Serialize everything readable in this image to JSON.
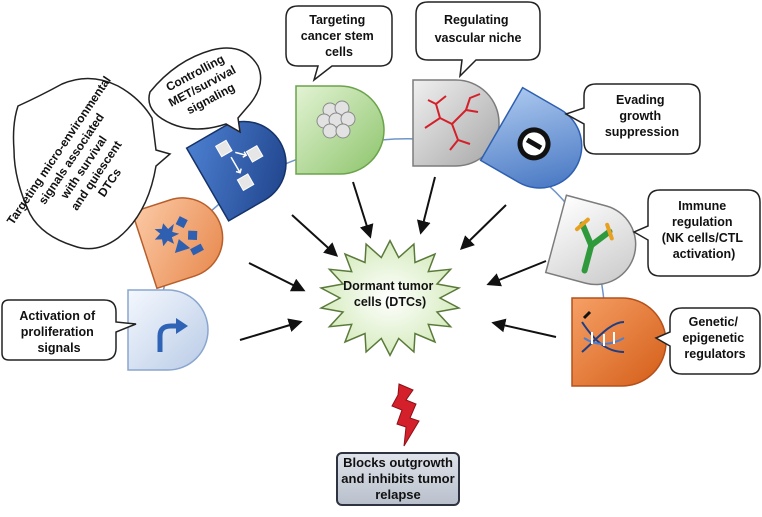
{
  "strategies": {
    "proliferation": "Activation of proliferation signals",
    "microenvironment": "Targeting micro-environmental signals associated with survival and quiescent DTCs",
    "met_survival": "Controlling MET/survival signaling",
    "stem_cells": "Targeting cancer stem cells",
    "vascular": "Regulating vascular niche",
    "growth_suppression": "Evading growth suppression",
    "immune": "Immune regulation (NK cells/CTL activation)",
    "genetic": "Genetic/ epigenetic regulators"
  },
  "center": {
    "label": "Dormant tumor cells (DTCs)"
  },
  "result": {
    "label": "Blocks outgrowth and inhibits tumor relapse"
  },
  "icons": {
    "proliferation": "curved-arrow-icon",
    "microenvironment": "shapes-icon",
    "met_survival": "cube-transition-icon",
    "stem_cells": "cell-cluster-icon",
    "vascular": "blood-vessel-icon",
    "growth_suppression": "prohibition-icon",
    "immune": "antibody-icon",
    "genetic": "dna-helix-icon"
  },
  "colors": {
    "arc": "#6f95c8",
    "proliferation": "#d6e2f3",
    "microenvironment": "#f0a070",
    "met_survival": "#2c5aa8",
    "stem_cells": "#b8dc9a",
    "vascular": "#c9c9c9",
    "growth_suppression": "#6d9ad6",
    "immune": "#e6e6e6",
    "genetic": "#e8722a",
    "burst": "#e6f4d4",
    "bolt": "#d4202a"
  }
}
